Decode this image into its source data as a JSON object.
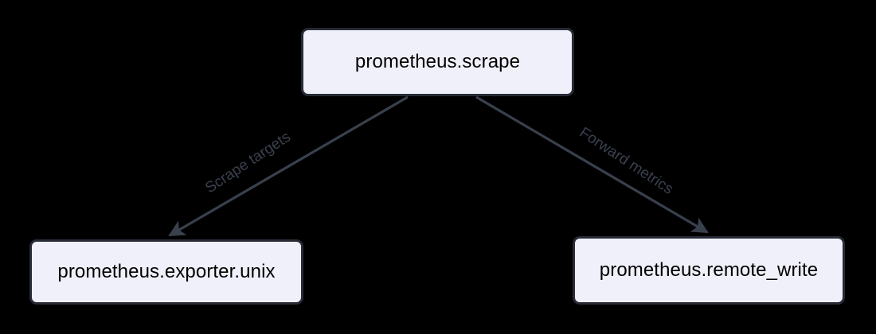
{
  "diagram": {
    "type": "flowchart",
    "direction": "top-down",
    "background_color": "#000000",
    "node_fill_color": "#f0f0fa",
    "node_border_color": "#272b36",
    "node_text_color": "#000000",
    "edge_color": "#39404d",
    "edge_label_color": "#39404d",
    "nodes": [
      {
        "id": "scrape",
        "label": "prometheus.scrape"
      },
      {
        "id": "exporter",
        "label": "prometheus.exporter.unix"
      },
      {
        "id": "remote_write",
        "label": "prometheus.remote_write"
      }
    ],
    "edges": [
      {
        "id": "scrape-to-exporter",
        "from": "scrape",
        "to": "exporter",
        "label": "Scrape targets",
        "arrowhead": "end"
      },
      {
        "id": "scrape-to-remote-write",
        "from": "scrape",
        "to": "remote_write",
        "label": "Forward metrics",
        "arrowhead": "end"
      }
    ]
  }
}
